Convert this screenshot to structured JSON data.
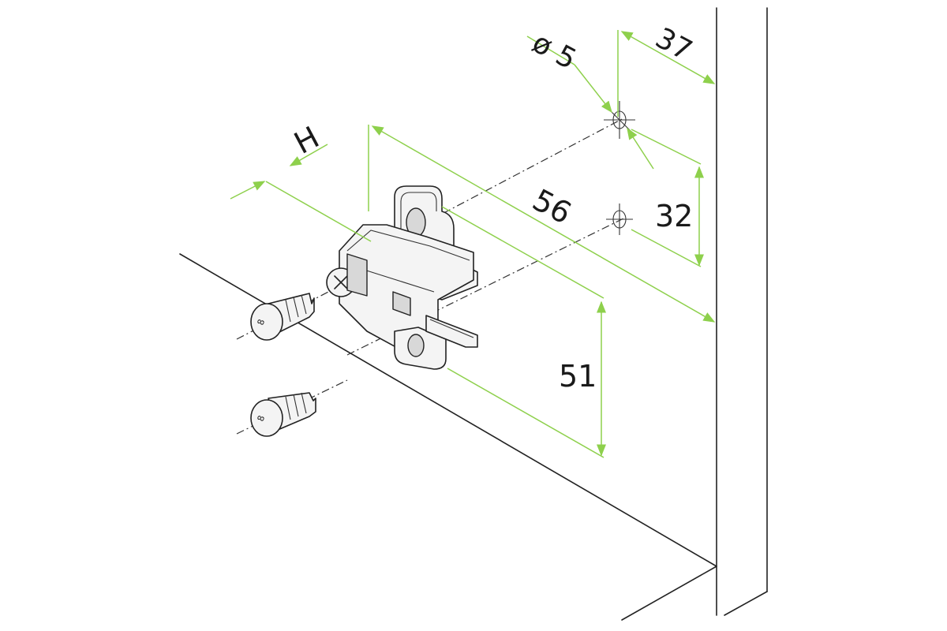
{
  "colors": {
    "dimension": "#8ed04c",
    "outline": "#222222",
    "background": "#ffffff"
  },
  "dimensions": {
    "diameter": "ø 5",
    "edge_distance": "37",
    "hole_spacing": "32",
    "overall_offset": "56",
    "height": "H",
    "lower_offset": "51"
  },
  "parts": {
    "screw_head_mark": "8"
  }
}
